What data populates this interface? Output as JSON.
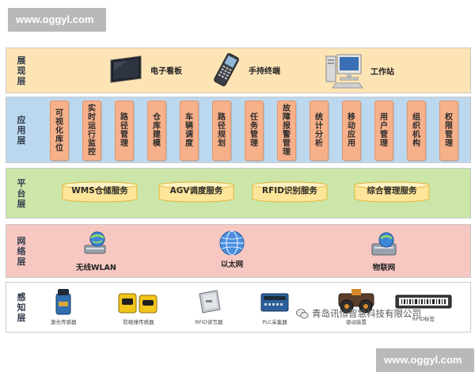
{
  "watermark": {
    "top": "www.oggyl.com",
    "bottom": "www.oggyl.com"
  },
  "layers": {
    "presentation": {
      "label": [
        "展",
        "现",
        "层"
      ],
      "items": [
        "电子看板",
        "手持终端",
        "工作站"
      ]
    },
    "application": {
      "label": [
        "应",
        "用",
        "层"
      ],
      "modules": [
        [
          "可",
          "视",
          "化",
          "库",
          "位"
        ],
        [
          "实",
          "时",
          "运",
          "行",
          "监",
          "控"
        ],
        [
          "路",
          "径",
          "管",
          "理"
        ],
        [
          "仓",
          "库",
          "建",
          "模"
        ],
        [
          "车",
          "辆",
          "调",
          "度"
        ],
        [
          "路",
          "径",
          "规",
          "划"
        ],
        [
          "任",
          "务",
          "管",
          "理"
        ],
        [
          "故",
          "障",
          "报",
          "警",
          "管",
          "理"
        ],
        [
          "统",
          "计",
          "分",
          "析"
        ],
        [
          "移",
          "动",
          "应",
          "用"
        ],
        [
          "用",
          "户",
          "管",
          "理"
        ],
        [
          "组",
          "织",
          "机",
          "构"
        ],
        [
          "权",
          "限",
          "管",
          "理"
        ]
      ]
    },
    "platform": {
      "label": [
        "平",
        "台",
        "层"
      ],
      "services": [
        "WMS仓储服务",
        "AGV调度服务",
        "RFID识别服务",
        "综合管理服务"
      ]
    },
    "network": {
      "label": [
        "网",
        "络",
        "层"
      ],
      "items": [
        "无线WLAN",
        "以太网",
        "物联网"
      ]
    },
    "perception": {
      "label": [
        "感",
        "知",
        "层"
      ],
      "devices": [
        "激光传感器",
        "防碰撞传感器",
        "RFID读写器",
        "PLC采集器",
        "驱动装置",
        "RFID标签"
      ]
    }
  },
  "company": "青岛讯恒智慧科技有限公司",
  "colors": {
    "presentation_bg": "#fde4b5",
    "application_bg": "#bcd8ee",
    "platform_bg": "#cbe6a8",
    "network_bg": "#f7c7c2",
    "module_box": "#f6b08a",
    "service_cylinder": "#fde59a"
  }
}
